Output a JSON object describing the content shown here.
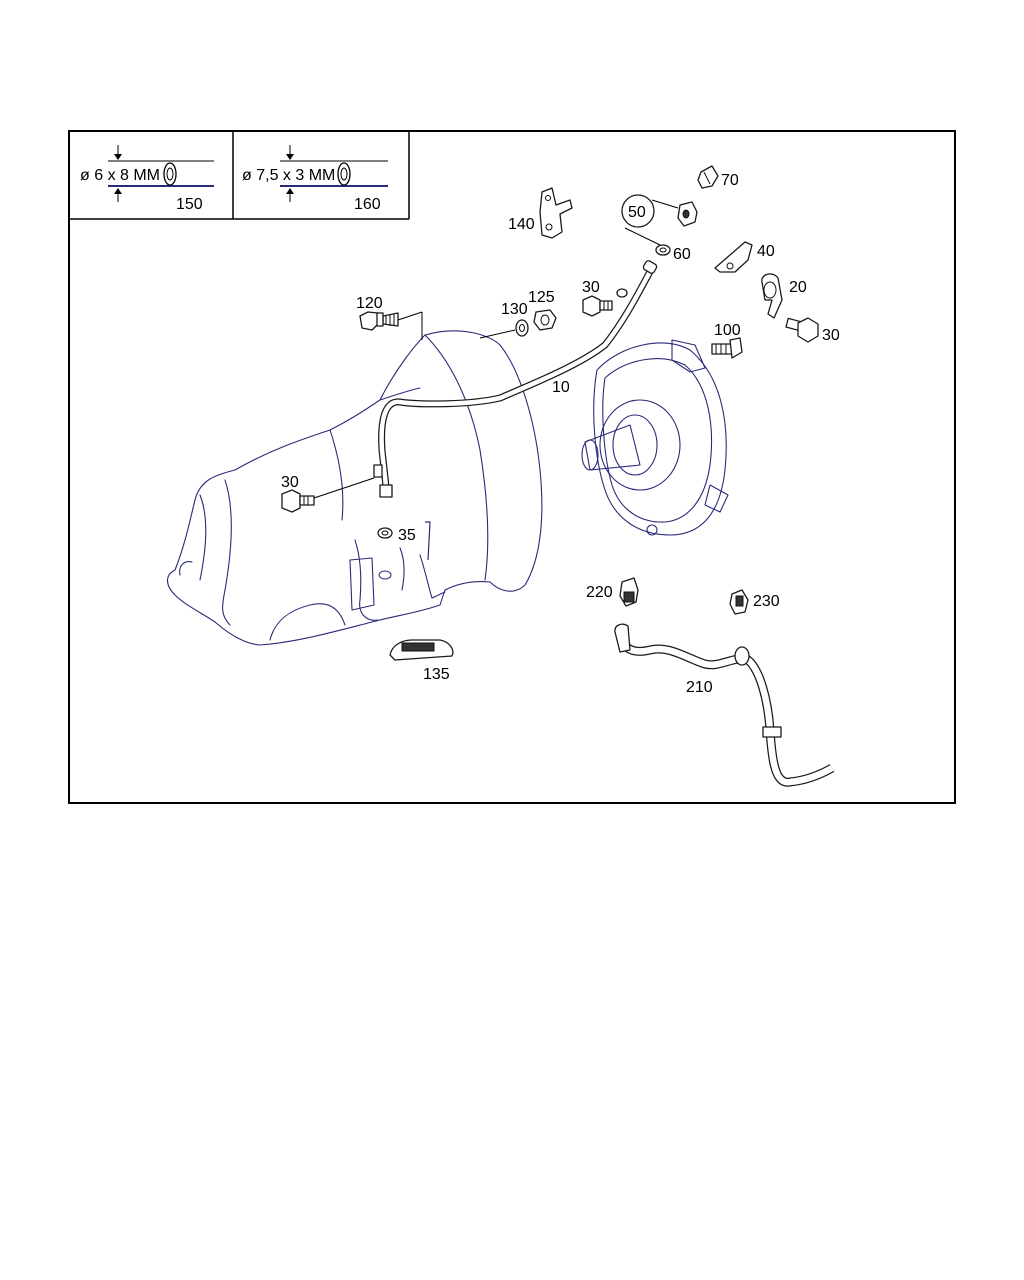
{
  "colors": {
    "outline": "#2a2a7a",
    "ink": "#000000",
    "frame": "#000000"
  },
  "legend": [
    {
      "spec": "ø 6 x 8 MM",
      "part": "150"
    },
    {
      "spec": "ø 7,5 x 3 MM",
      "part": "160"
    }
  ],
  "labels": {
    "p10": "10",
    "p20": "20",
    "p30a": "30",
    "p30b": "30",
    "p30c": "30",
    "p35": "35",
    "p40": "40",
    "p50": "50",
    "p60": "60",
    "p70": "70",
    "p100": "100",
    "p120": "120",
    "p125": "125",
    "p130": "130",
    "p135": "135",
    "p140": "140",
    "p210": "210",
    "p220": "220",
    "p230": "230"
  },
  "icons": [
    "bolt-icon",
    "washer-icon",
    "nut-icon",
    "clip-icon",
    "bracket-icon",
    "hose-clamp-icon"
  ]
}
